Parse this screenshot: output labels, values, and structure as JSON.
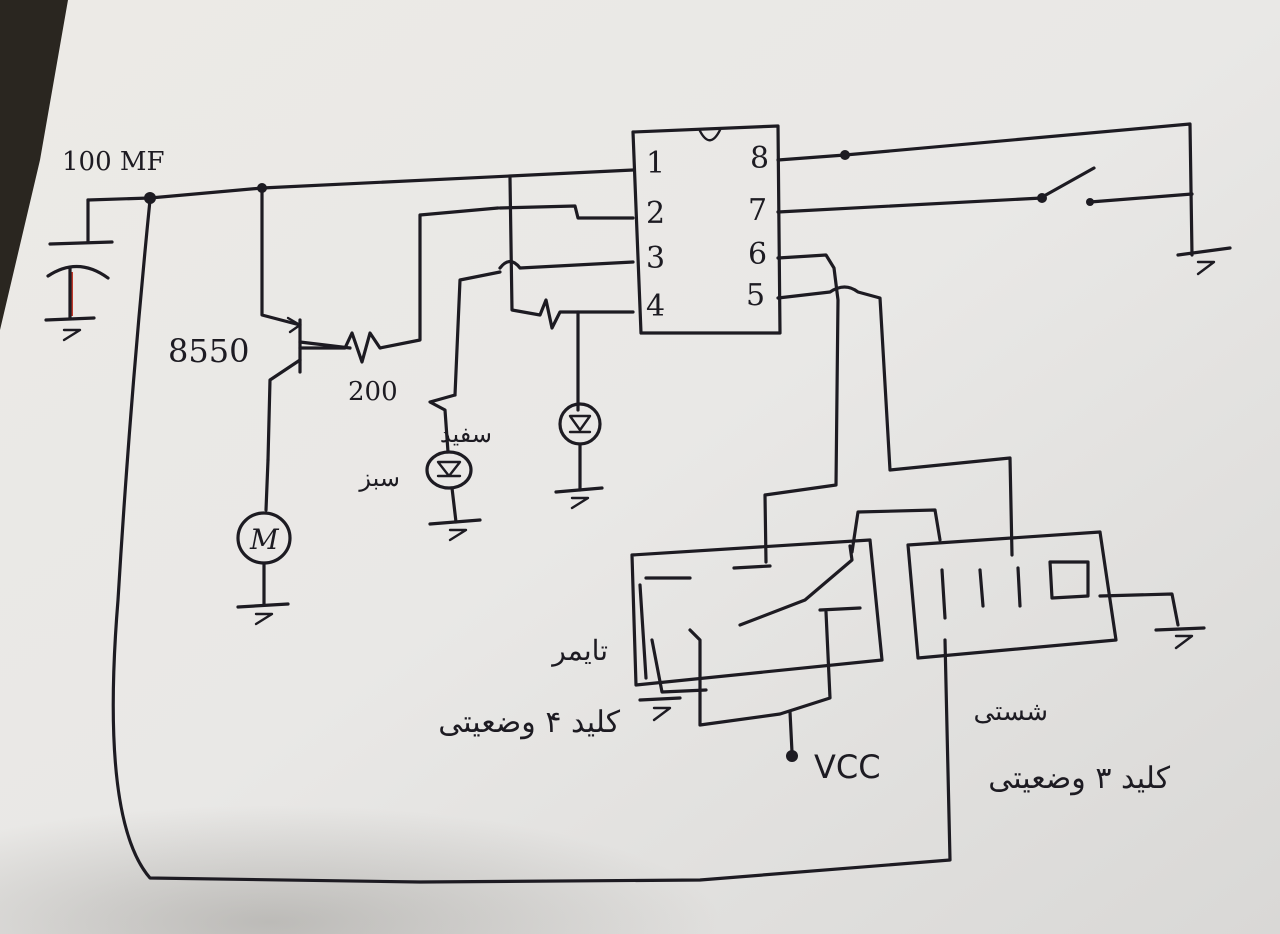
{
  "ic": {
    "pins_left": [
      "1",
      "2",
      "3",
      "4"
    ],
    "pins_right": [
      "8",
      "7",
      "6",
      "5"
    ]
  },
  "labels": {
    "capacitor": "100 MF",
    "transistor": "8550",
    "resistor": "200",
    "motor": "M",
    "led_green": "سبز",
    "led_white": "سفید",
    "timer_title": "تایمر",
    "timer_sub": "کلید ۴ وضعیتی",
    "vcc": "VCC",
    "switch_title": "شستی",
    "switch_sub": "کلید ۳ وضعیتی"
  }
}
